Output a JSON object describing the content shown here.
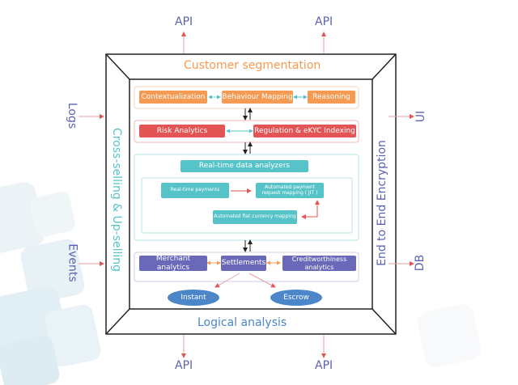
{
  "external": {
    "top_left": "API",
    "top_right": "API",
    "bottom_left": "API",
    "bottom_right": "API",
    "left_top": "Logs",
    "left_bottom": "Events",
    "right_top": "UI",
    "right_bottom": "DB"
  },
  "frame": {
    "top": "Customer segmentation",
    "bottom": "Logical analysis",
    "left": "Cross-selling & Up-selling",
    "right": "End to End Encryption"
  },
  "row1": {
    "items": [
      "Contextualization",
      "Behaviour Mapping",
      "Reasoning"
    ]
  },
  "row2": {
    "items": [
      "Risk Analytics",
      "Regulation & eKYC Indexing"
    ]
  },
  "realtime": {
    "title": "Real-time data analyzers",
    "payments": "Real-time payments",
    "jit": "Automated payment request mapping ( JIT )",
    "fiat": "Automated fiat currency mapping"
  },
  "row4": {
    "items": [
      "Merchant analytics",
      "Settlements",
      "Creditworthiness analytics"
    ]
  },
  "settlement_types": [
    "Instant",
    "Escrow"
  ],
  "colors": {
    "frame_top_text": "#f49a52",
    "frame_bottom_text": "#4a86c8",
    "frame_left_text": "#55c3c7",
    "frame_right_text": "#5b63b1",
    "external_text": "#5b63b1",
    "arrow": "#e35555",
    "orange": "#f49a52",
    "red": "#e35555",
    "teal": "#55c3c7",
    "purple": "#6a68b8",
    "blue": "#4a86c8"
  }
}
